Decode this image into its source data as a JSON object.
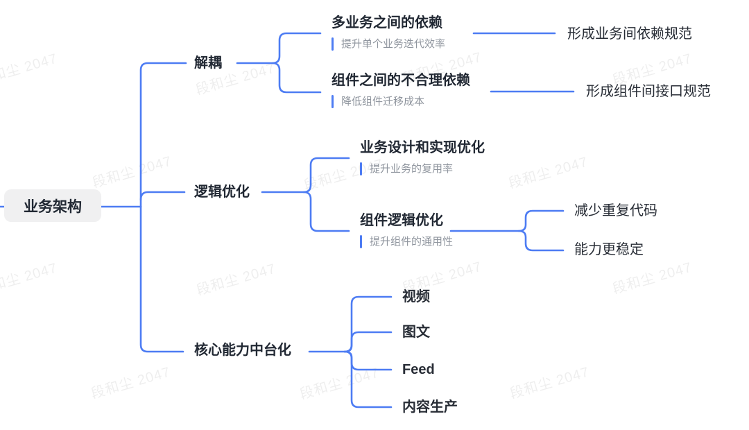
{
  "app": {
    "type": "mindmap-diagram"
  },
  "colors": {
    "connector_blue": "#4d7cf3",
    "title_text": "#212833",
    "leaf_text": "#272c35",
    "note_text": "#8f959e",
    "note_bar": "#4d7cf3",
    "root_node_bg": "#f0f0f1",
    "canvas_bg": "#ffffff",
    "watermark": "rgba(0,0,0,0.068)"
  },
  "watermark": {
    "text": "段和尘 2047"
  },
  "mindmap": {
    "root": {
      "label": "业务架构"
    },
    "nodes": {
      "jieou": {
        "label": "解耦"
      },
      "duo_yewu": {
        "label": "多业务之间的依赖",
        "note": "提升单个业务迭代效率"
      },
      "zujian_yilai": {
        "label": "组件之间的不合理依赖",
        "note": "降低组件迁移成本"
      },
      "guifan_yewu": {
        "label": "形成业务间依赖规范"
      },
      "guifan_zujian": {
        "label": "形成组件间接口规范"
      },
      "luoji": {
        "label": "逻辑优化"
      },
      "yewu_sheji": {
        "label": "业务设计和实现优化",
        "note": "提升业务的复用率"
      },
      "zujian_luoji": {
        "label": "组件逻辑优化",
        "note": "提升组件的通用性"
      },
      "jianshao": {
        "label": "减少重复代码"
      },
      "nengli": {
        "label": "能力更稳定"
      },
      "hexin": {
        "label": "核心能力中台化"
      },
      "shipin": {
        "label": "视频"
      },
      "tuwen": {
        "label": "图文"
      },
      "feed": {
        "label": "Feed"
      },
      "neirong": {
        "label": "内容生产"
      }
    }
  }
}
